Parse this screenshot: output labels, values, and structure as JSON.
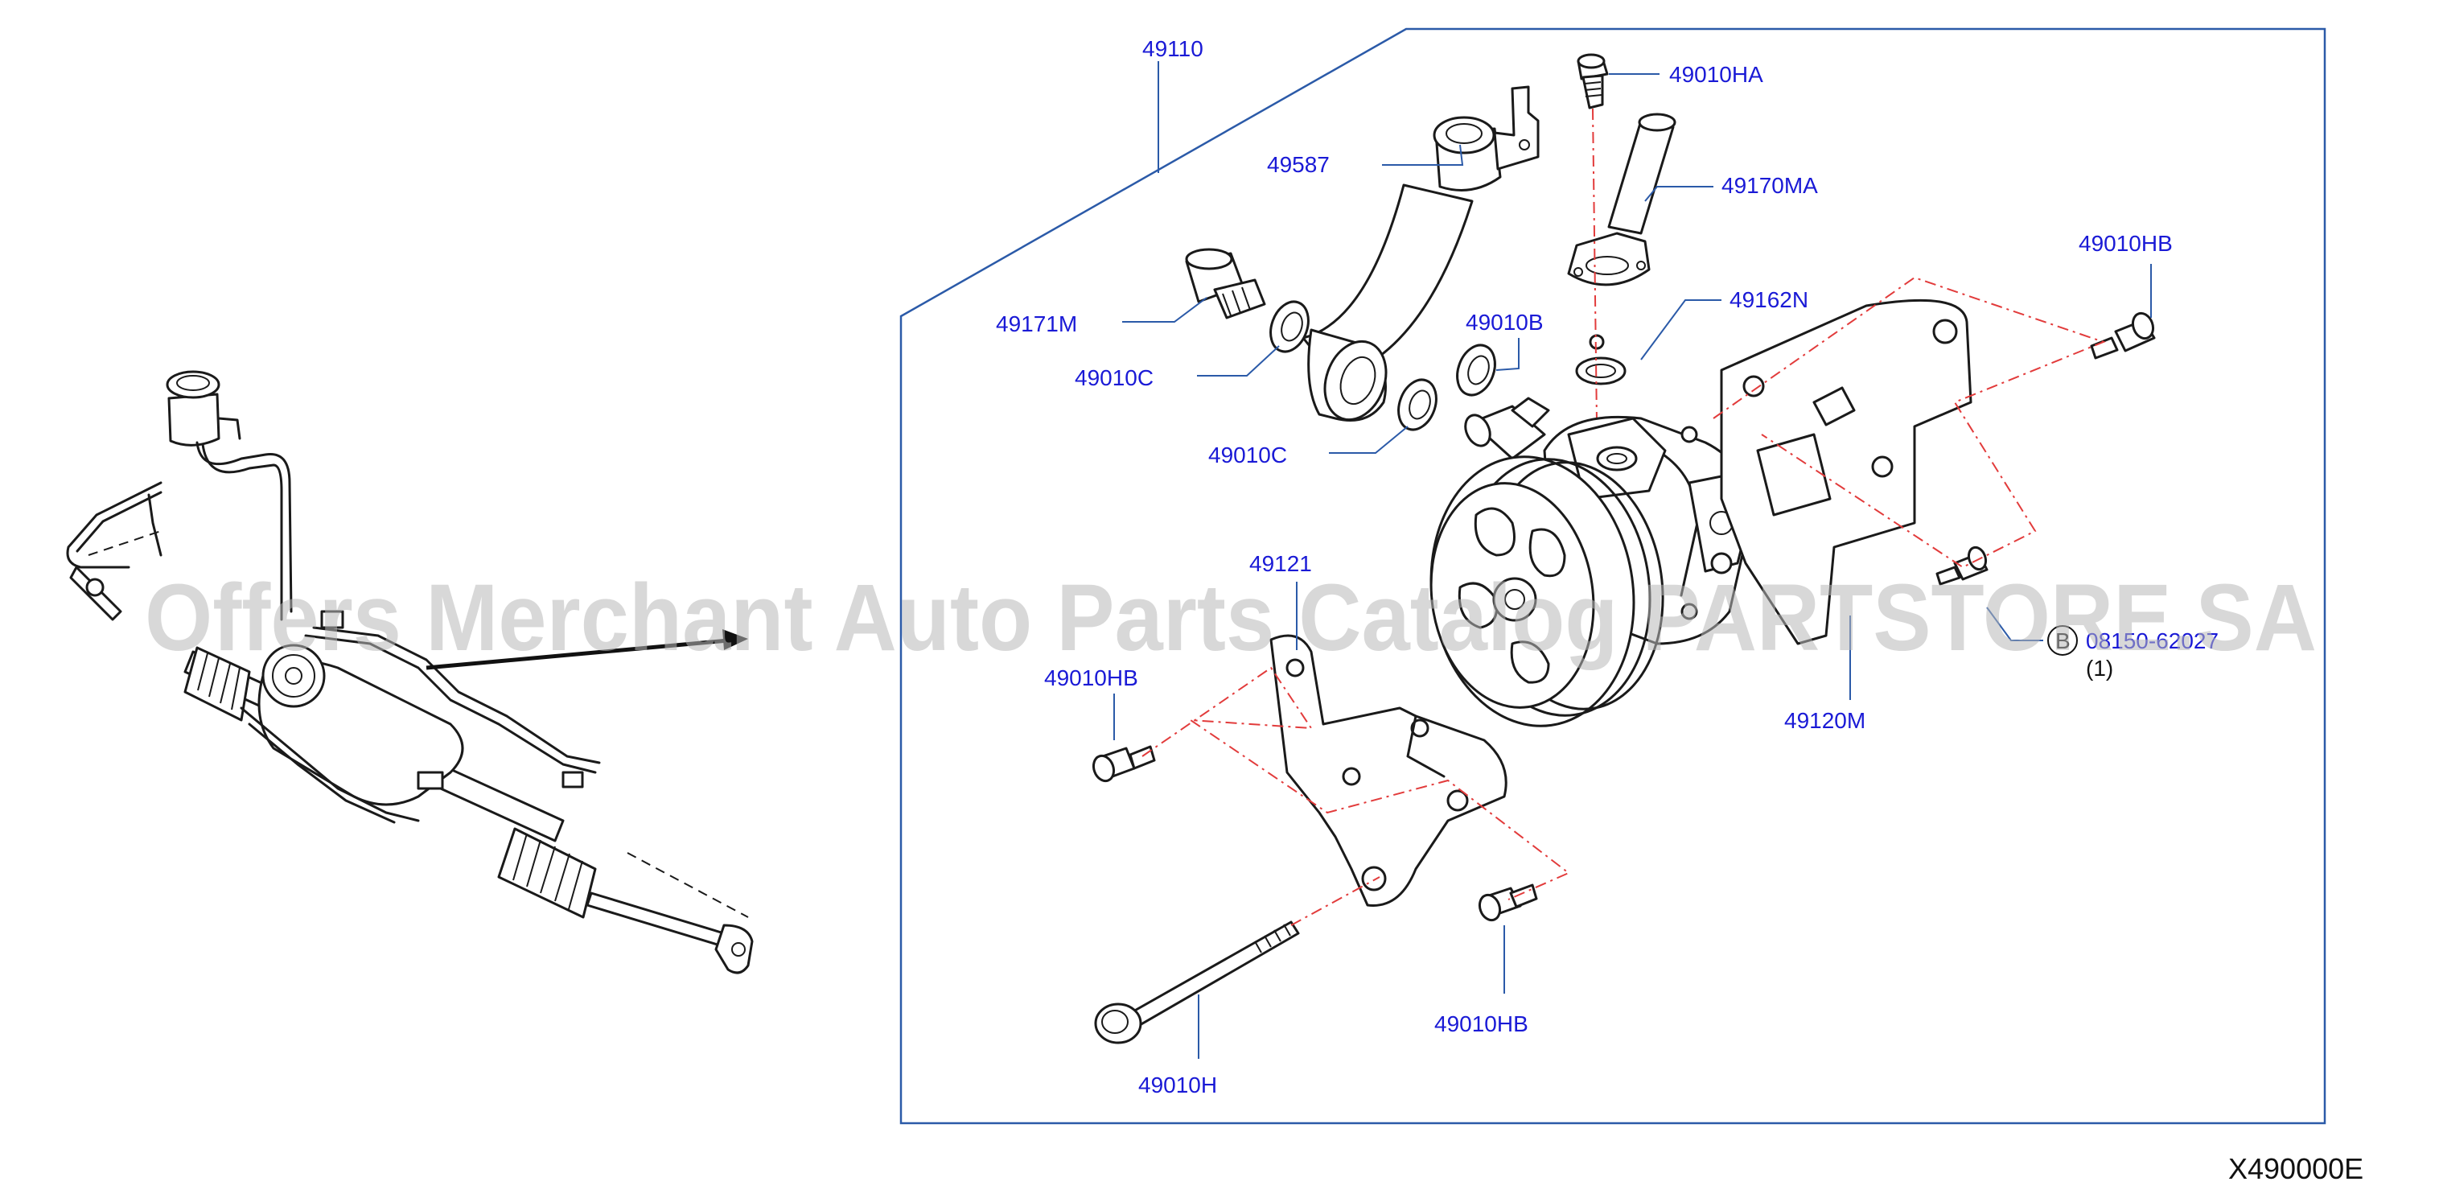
{
  "labels": {
    "l_49110": "49110",
    "l_49587": "49587",
    "l_49010HA": "49010HA",
    "l_49170MA": "49170MA",
    "l_49010HB_top": "49010HB",
    "l_49171M": "49171M",
    "l_49010B": "49010B",
    "l_49162N": "49162N",
    "l_49010C_a": "49010C",
    "l_49010C_b": "49010C",
    "l_49121": "49121",
    "l_49010HB_left": "49010HB",
    "l_49120M": "49120M",
    "l_08150": "08150-62027",
    "l_qty": "(1)",
    "l_49010HB_bottom": "49010HB",
    "l_49010H": "49010H"
  },
  "circle_marker": "B",
  "watermark": "Offers Merchant Auto Parts Catalog PARTSTORE.SA",
  "diagram_code": "X490000E",
  "colors": {
    "label_blue": "#1a1ad6",
    "leader_blue": "#2b5aa8",
    "centerline_red": "#e23b3b",
    "outline": "#1a1a1a"
  }
}
